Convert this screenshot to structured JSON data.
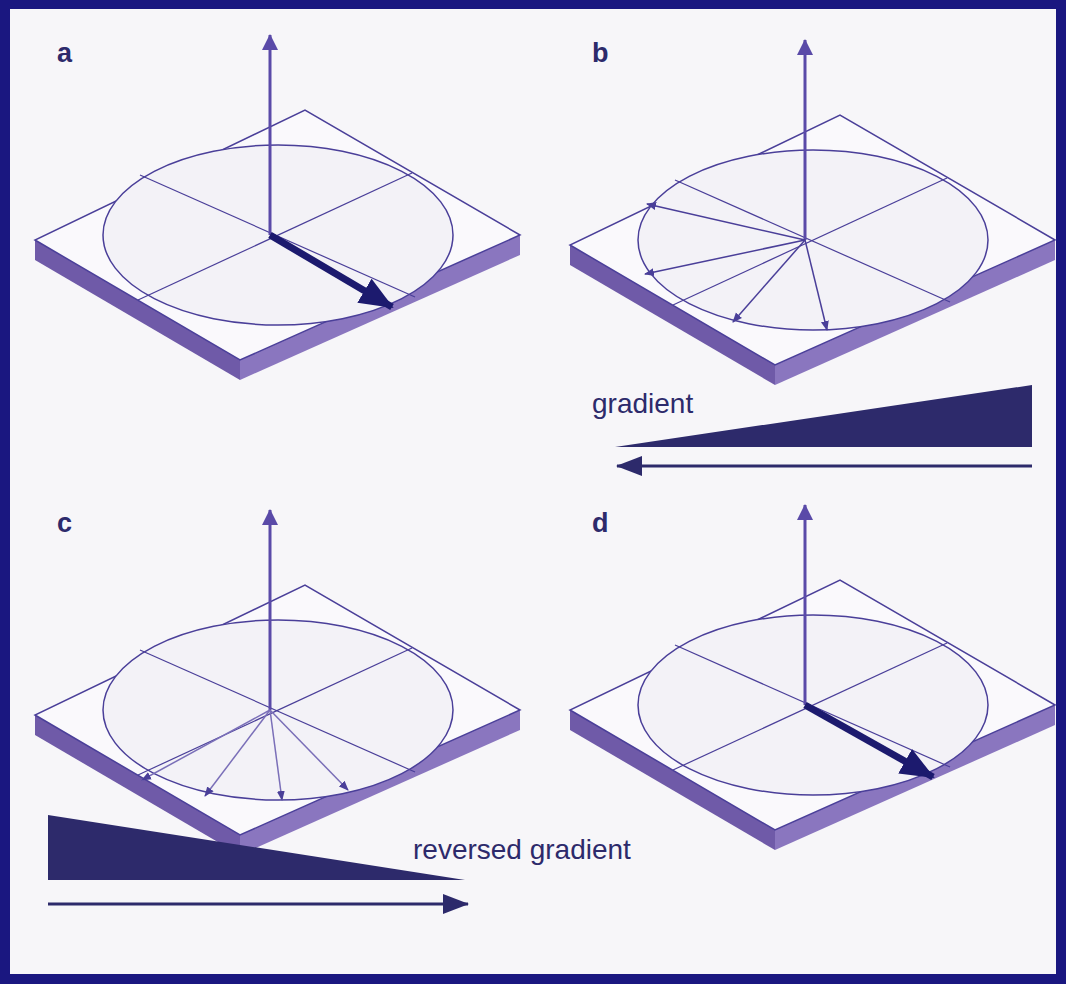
{
  "diagram": {
    "labels": [
      "a",
      "b",
      "gradient",
      "c",
      "d",
      "reversed gradient"
    ]
  }
}
